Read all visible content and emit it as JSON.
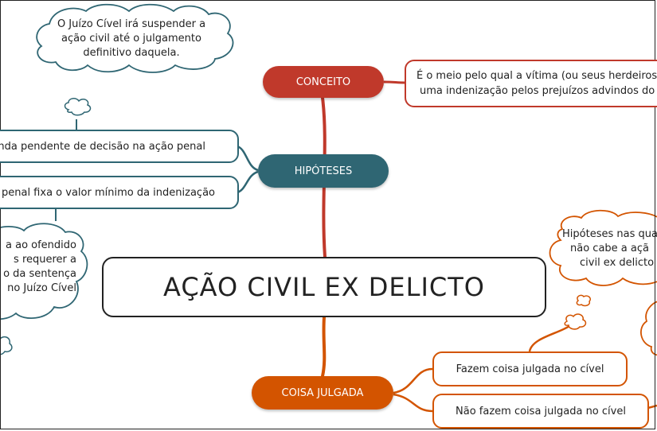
{
  "central": {
    "title": "AÇÃO CIVIL EX DELICTO"
  },
  "conceito": {
    "label": "CONCEITO",
    "lines": [
      "É o meio pelo qual a vítima (ou seus herdeiros",
      "uma indenização pelos prejuízos advindos do"
    ]
  },
  "hipoteses": {
    "label": "HIPÓTESES",
    "items": [
      "inda pendente de decisão na ação penal",
      "penal fixa o valor mínimo da indenização"
    ]
  },
  "coisa_julgada": {
    "label": "COISA JULGADA",
    "items": [
      "Fazem coisa julgada no cível",
      "Não fazem coisa julgada no cível"
    ]
  },
  "clouds": {
    "top_left": {
      "lines": [
        "O Juízo Cível irá suspender a",
        "ação civil até o julgamento",
        "definitivo daquela."
      ]
    },
    "left": {
      "lines": [
        "a ao ofendido",
        "s requerer a",
        "o da sentença",
        "no Juízo Cível"
      ]
    },
    "right": {
      "lines": [
        "Hipóteses nas qua",
        "não cabe a açã",
        "civil ex delicto"
      ]
    }
  },
  "colors": {
    "conceito": "#c0392b",
    "hipoteses": "#2f6673",
    "coisa_julgada": "#d35400",
    "cloud_border": "#2f6673",
    "cloud_border_orange": "#d35400"
  }
}
